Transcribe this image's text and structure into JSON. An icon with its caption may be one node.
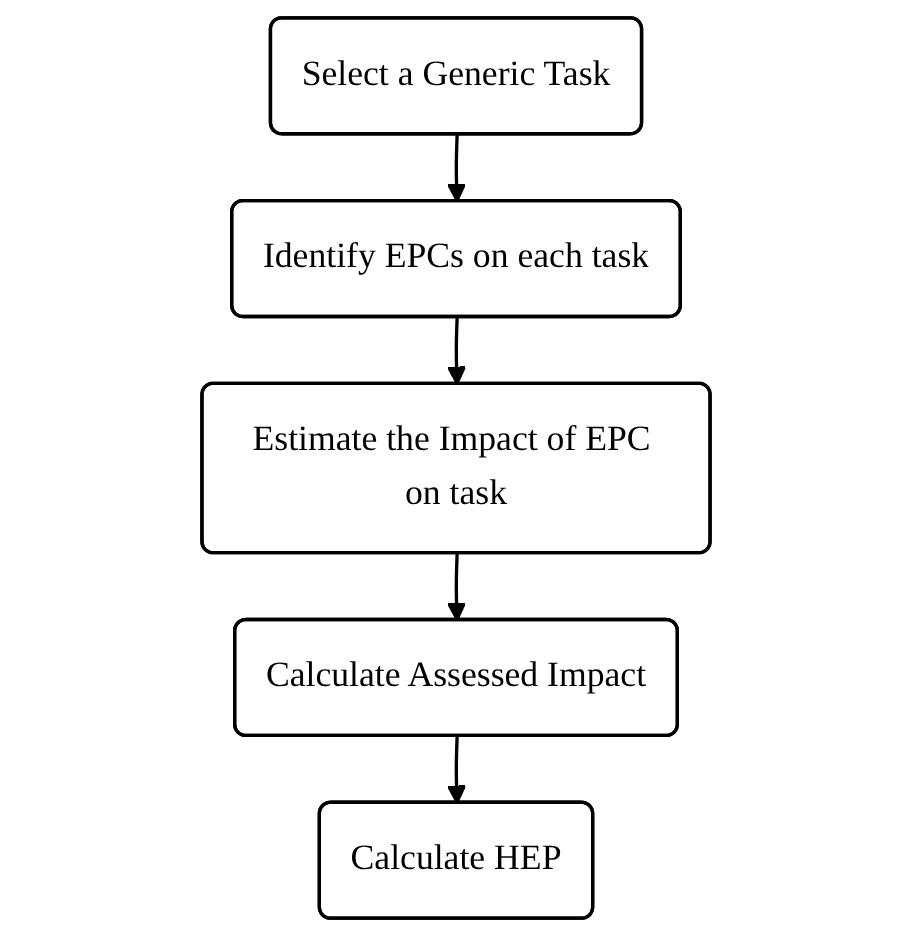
{
  "diagram": {
    "nodes": [
      {
        "text": [
          "Select a Generic Task"
        ]
      },
      {
        "text": [
          "Identify EPCs on each task"
        ]
      },
      {
        "text": [
          "Estimate the Impact of EPC on task"
        ]
      },
      {
        "text": [
          "Calculate Assessed Impact"
        ]
      },
      {
        "text": [
          "Calculate HEP"
        ]
      }
    ],
    "edges": [
      {
        "from": 0,
        "to": 1,
        "arrow": "to"
      },
      {
        "from": 1,
        "to": 2,
        "arrow": "to"
      },
      {
        "from": 2,
        "to": 3,
        "arrow": "to"
      },
      {
        "from": 3,
        "to": 4,
        "arrow": "to"
      }
    ]
  }
}
